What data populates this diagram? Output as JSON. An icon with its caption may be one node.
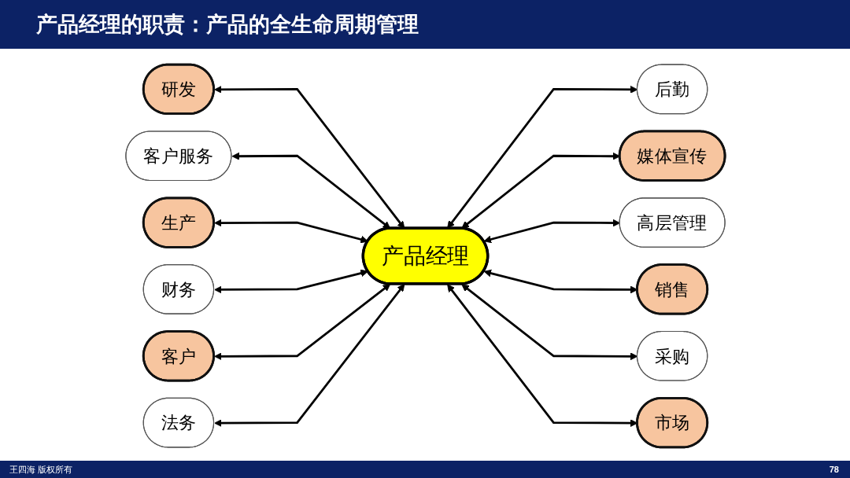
{
  "diagram": {
    "title": "产品经理的职责：产品的全生命周期管理",
    "nodes": [
      {
        "text": [
          "研发"
        ]
      },
      {
        "text": [
          "后勤"
        ]
      },
      {
        "text": [
          "媒体宣传"
        ]
      },
      {
        "text": [
          "客户服务"
        ]
      },
      {
        "text": [
          "高层管理"
        ]
      },
      {
        "text": [
          "生产"
        ]
      },
      {
        "text": [
          "产品经理"
        ]
      },
      {
        "text": [
          "销售"
        ]
      },
      {
        "text": [
          "财务"
        ]
      },
      {
        "text": [
          "采购"
        ]
      },
      {
        "text": [
          "客户"
        ]
      },
      {
        "text": [
          "法务"
        ]
      },
      {
        "text": [
          "市场"
        ]
      }
    ],
    "edges": [
      {
        "from": 0,
        "to": 6,
        "arrow": "both"
      },
      {
        "from": 6,
        "to": 1,
        "arrow": "both"
      },
      {
        "from": 6,
        "to": 2,
        "arrow": "both"
      },
      {
        "from": 3,
        "to": 6,
        "arrow": "both"
      },
      {
        "from": 6,
        "to": 4,
        "arrow": "both"
      },
      {
        "from": 5,
        "to": 6,
        "arrow": "both"
      },
      {
        "from": 6,
        "to": 7,
        "arrow": "both"
      },
      {
        "from": 8,
        "to": 6,
        "arrow": "both"
      },
      {
        "from": 6,
        "to": 9,
        "arrow": "both"
      },
      {
        "from": 10,
        "to": 6,
        "arrow": "both"
      },
      {
        "from": 11,
        "to": 6,
        "arrow": "both"
      },
      {
        "from": 6,
        "to": 12,
        "arrow": "both"
      }
    ],
    "labels": [
      "王四海 版权所有",
      "78"
    ]
  }
}
